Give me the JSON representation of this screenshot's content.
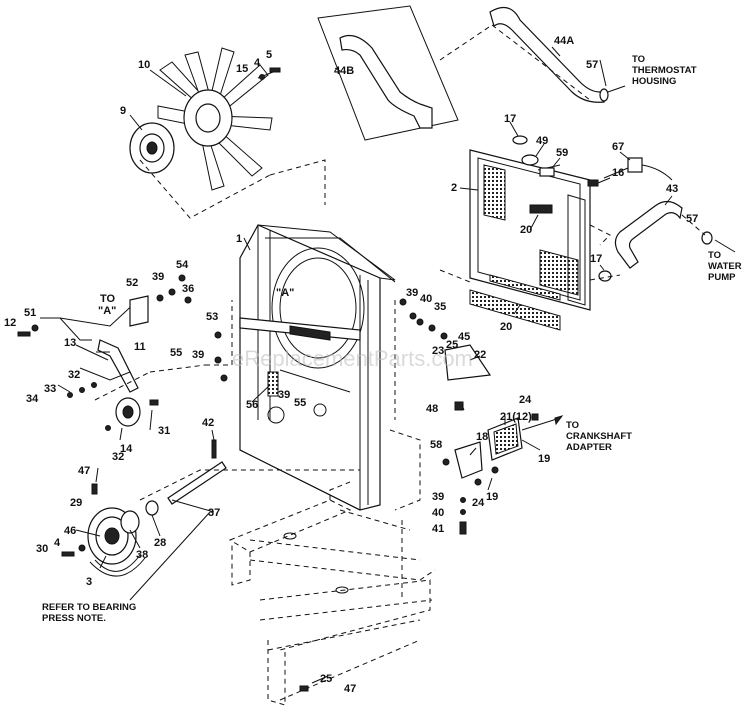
{
  "watermark": "eReplacementParts.com",
  "notes": {
    "thermostat": [
      "TO",
      "THERMOSTAT",
      "HOUSING"
    ],
    "water_pump": [
      "TO",
      "WATER",
      "PUMP"
    ],
    "crankshaft": [
      "TO",
      "CRANKSHAFT",
      "ADAPTER"
    ],
    "bearing": [
      "REFER TO BEARING",
      "PRESS NOTE."
    ],
    "view_a_left": [
      "TO",
      "\"A\""
    ],
    "view_a_center": "\"A\""
  },
  "callouts": {
    "c1": "1",
    "c2": "2",
    "c3": "3",
    "c4a": "4",
    "c4b": "4",
    "c5": "5",
    "c9": "9",
    "c10": "10",
    "c11": "11",
    "c12": "12",
    "c13": "13",
    "c14": "14",
    "c15": "15",
    "c16": "16",
    "c17a": "17",
    "c17b": "17",
    "c18": "18",
    "c19a": "19",
    "c19b": "19",
    "c20a": "20",
    "c20b": "20",
    "c21": "21(12)",
    "c22": "22",
    "c23": "23",
    "c24a": "24",
    "c24b": "24",
    "c25a": "25",
    "c25b": "25",
    "c28": "28",
    "c29": "29",
    "c30": "30",
    "c31": "31",
    "c32a": "32",
    "c32b": "32",
    "c33": "33",
    "c34": "34",
    "c35": "35",
    "c36": "36",
    "c37": "37",
    "c38": "38",
    "c39a": "39",
    "c39b": "39",
    "c39c": "39",
    "c39d": "39",
    "c39e": "39",
    "c40a": "40",
    "c40b": "40",
    "c41": "41",
    "c42": "42",
    "c43": "43",
    "c44a": "44A",
    "c44b": "44B",
    "c45": "45",
    "c46": "46",
    "c47a": "47",
    "c47b": "47",
    "c48": "48",
    "c49": "49",
    "c51": "51",
    "c52": "52",
    "c53": "53",
    "c54": "54",
    "c55a": "55",
    "c55b": "55",
    "c56": "56",
    "c57a": "57",
    "c57b": "57",
    "c58": "58",
    "c59": "59",
    "c67": "67"
  }
}
